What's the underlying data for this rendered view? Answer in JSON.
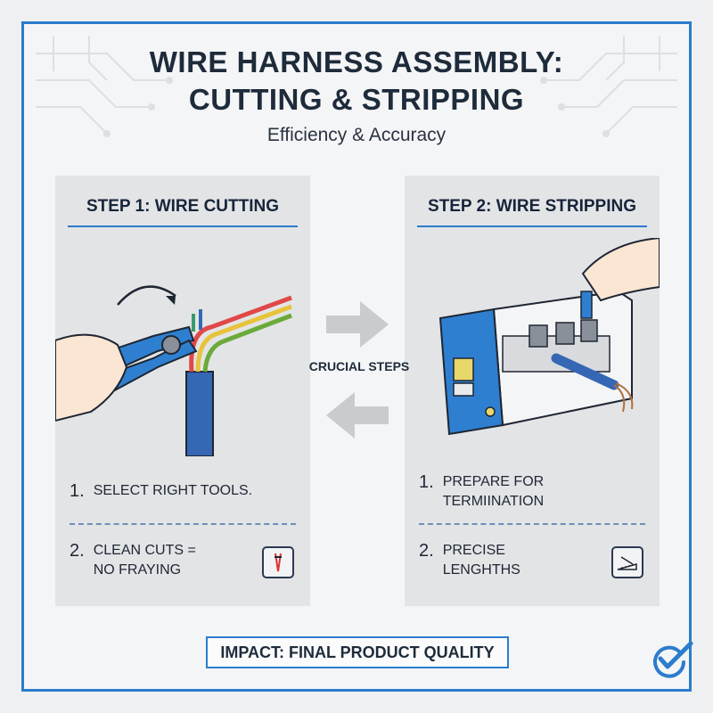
{
  "header": {
    "title_line1": "WIRE HARNESS ASSEMBLY:",
    "title_line2": "CUTTING & STRIPPING",
    "subtitle": "Efficiency & Accuracy"
  },
  "steps": [
    {
      "title": "STEP 1: WIRE CUTTING",
      "items": [
        {
          "num": "1.",
          "text_line1": "SELECT RIGHT TOOLS.",
          "text_line2": ""
        },
        {
          "num": "2.",
          "text_line1": "CLEAN CUTS =",
          "text_line2": "NO FRAYING"
        }
      ],
      "icon": "cut-wire-icon"
    },
    {
      "title": "STEP 2: WIRE STRIPPING",
      "items": [
        {
          "num": "1.",
          "text_line1": "PREPARE FOR",
          "text_line2": "TERMIINATION"
        },
        {
          "num": "2.",
          "text_line1": "PRECISE",
          "text_line2": "LENGHTHS"
        }
      ],
      "icon": "ruler-icon"
    }
  ],
  "center_label": "CRUCIAL STEPS",
  "footer": {
    "impact": "IMPACT: FINAL PRODUCT QUALITY"
  },
  "colors": {
    "accent": "#2b7ccc",
    "panel": "#e3e4e6",
    "title": "#1e2b3a",
    "arrow": "#c9cbce"
  }
}
